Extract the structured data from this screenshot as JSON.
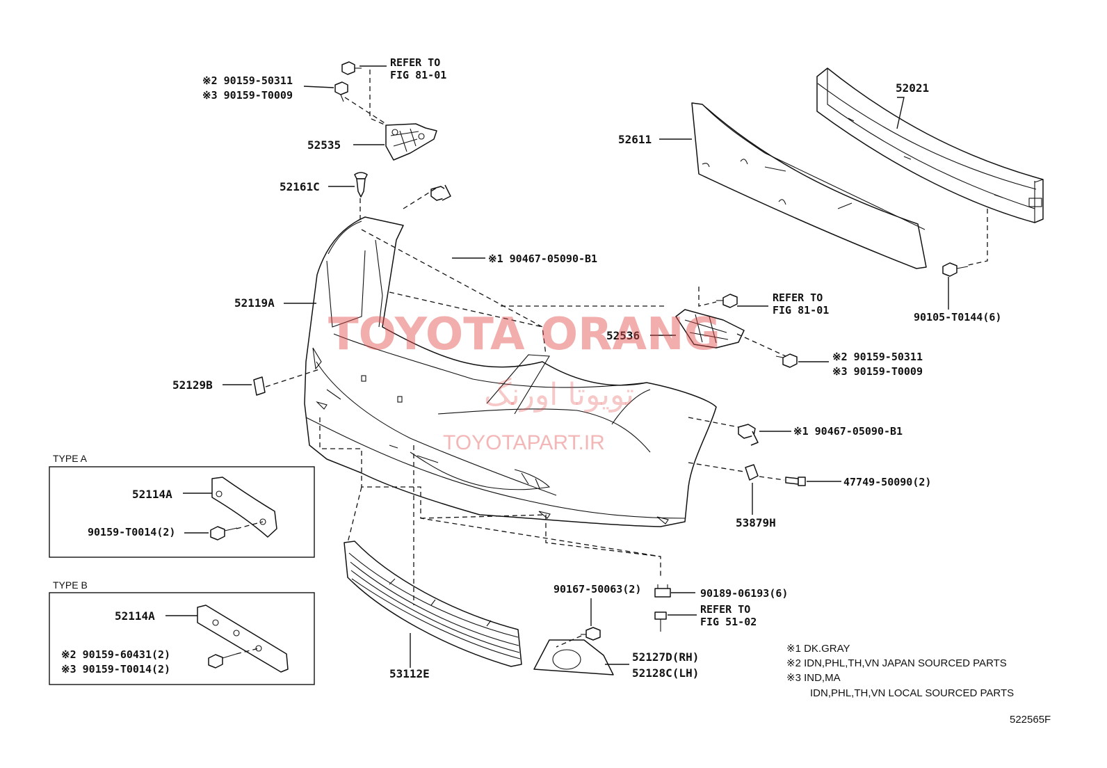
{
  "labels": {
    "refer1_a": "REFER TO",
    "refer1_b": "FIG 81-01",
    "bolt_top_2": "※2 90159-50311",
    "bolt_top_3": "※3 90159-T0009",
    "p52535": "52535",
    "p52161c": "52161C",
    "clip_top": "※1 90467-05090-B1",
    "p52119a": "52119A",
    "p52129b": "52129B",
    "p52611": "52611",
    "p52021": "52021",
    "p90105": "90105-T0144(6)",
    "refer2_a": "REFER TO",
    "refer2_b": "FIG 81-01",
    "p52536": "52536",
    "bolt_mid_2": "※2 90159-50311",
    "bolt_mid_3": "※3 90159-T0009",
    "clip_right": "※1 90467-05090-B1",
    "p47749": "47749-50090(2)",
    "p53879h": "53879H",
    "type_a": "TYPE A",
    "type_a_part": "52114A",
    "type_a_bolt": "90159-T0014(2)",
    "type_b": "TYPE B",
    "type_b_part": "52114A",
    "type_b_bolt2": "※2 90159-60431(2)",
    "type_b_bolt3": "※3 90159-T0014(2)",
    "p53112e": "53112E",
    "p90167": "90167-50063(2)",
    "p90189": "90189-06193(6)",
    "refer3_a": "REFER TO",
    "refer3_b": "FIG 51-02",
    "p52127d": "52127D(RH)",
    "p52128c": "52128C(LH)",
    "diagram_id": "522565F"
  },
  "notes": [
    "※1 DK.GRAY",
    "※2 IDN,PHL,TH,VN JAPAN SOURCED PARTS",
    "※3 IND,MA",
    "IDN,PHL,TH,VN LOCAL SOURCED PARTS"
  ],
  "watermark": {
    "brand": "TOYOTA ORANG",
    "persian": "تویوتا اورنگ",
    "site": "TOYOTAPART.IR"
  },
  "colors": {
    "ink": "#111111",
    "watermark": "#e24a4a"
  }
}
